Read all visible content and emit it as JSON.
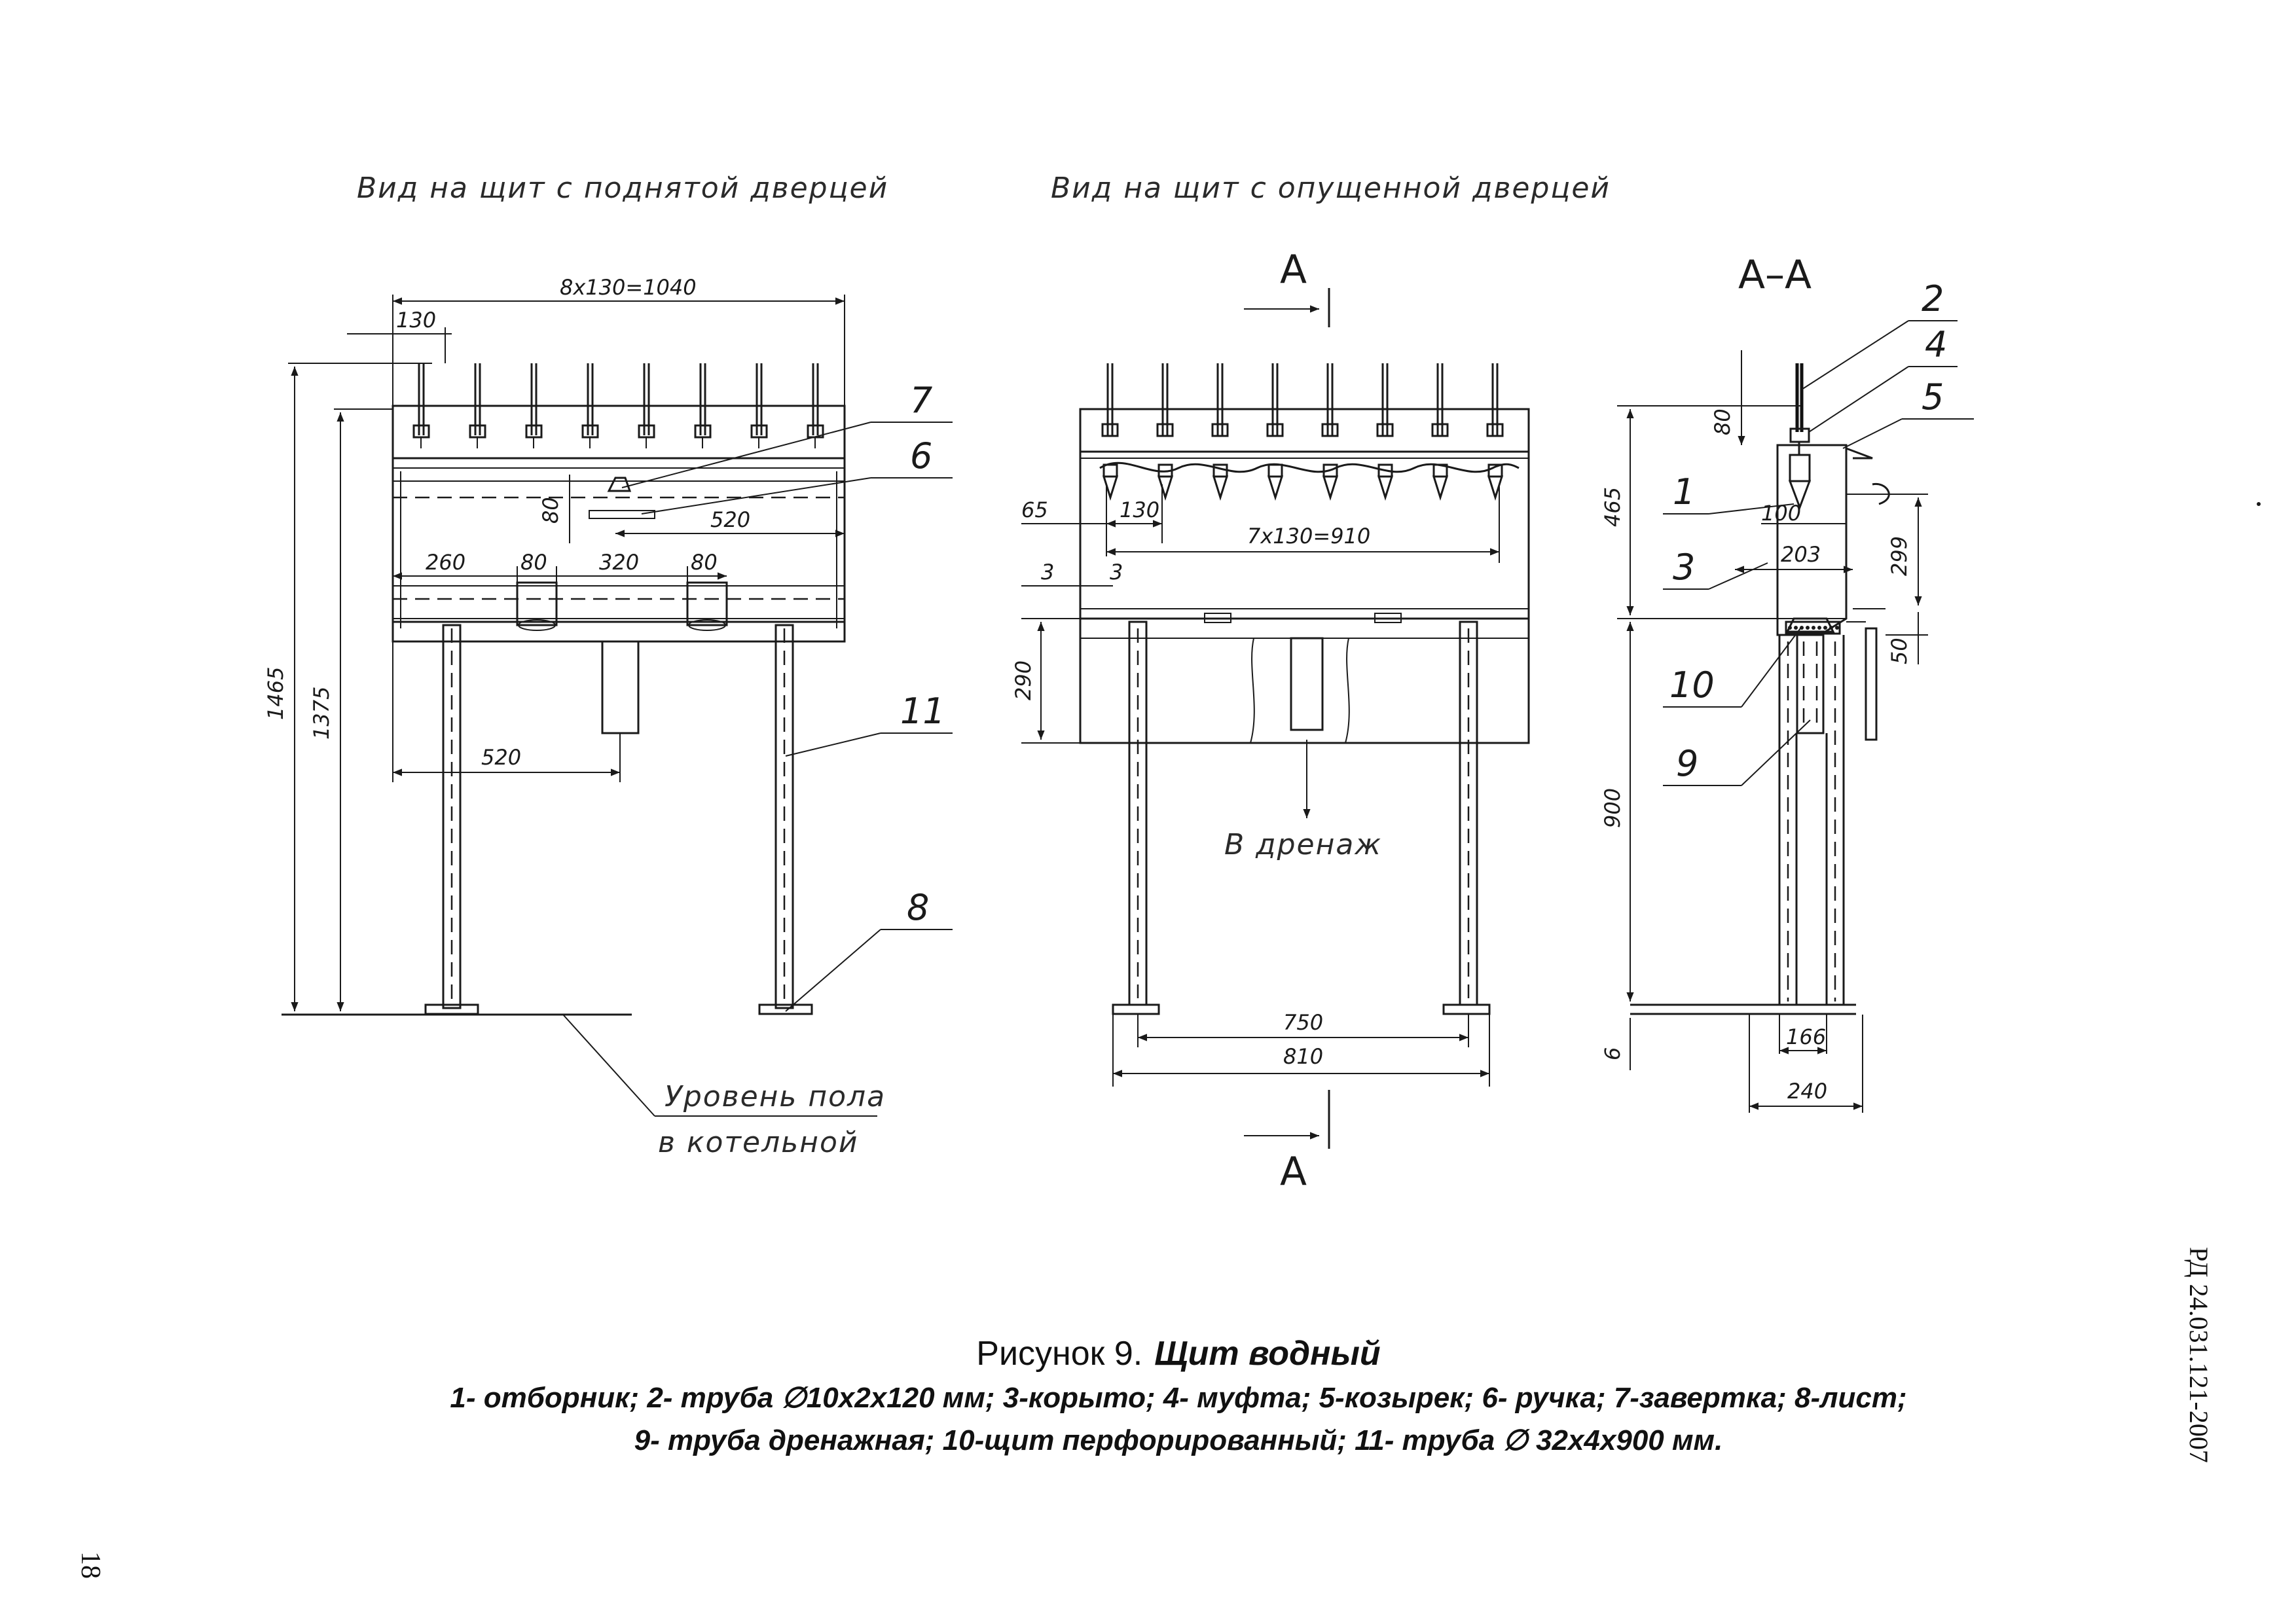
{
  "views": {
    "raised_door_title": "Вид на щит с поднятой дверцей",
    "lowered_door_title": "Вид на щит с опущенной дверцей",
    "section_title": "А–А",
    "section_mark": "А"
  },
  "dimensions": {
    "left": {
      "top_span": "8х130=1040",
      "pitch": "130",
      "total_height": "1465",
      "height_to_top": "1375",
      "handle_offset": "80",
      "handle_span": "520",
      "d260": "260",
      "d80a": "80",
      "d320": "320",
      "d80b": "80",
      "leg_span": "520"
    },
    "middle": {
      "d65": "65",
      "d130": "130",
      "span": "7х130=910",
      "d3a": "3",
      "d3b": "3",
      "d290": "290",
      "d750": "750",
      "d810": "810"
    },
    "section": {
      "d80": "80",
      "d465": "465",
      "d100": "100",
      "d203": "203",
      "d299": "299",
      "d50": "50",
      "d900": "900",
      "d6": "6",
      "d166": "166",
      "d240": "240"
    }
  },
  "callouts": [
    "1",
    "2",
    "3",
    "4",
    "5",
    "6",
    "7",
    "8",
    "9",
    "10",
    "11"
  ],
  "notes": {
    "floor_line1": "Уровень пола",
    "floor_line2": "в котельной",
    "drain": "В дренаж"
  },
  "caption": {
    "figure_prefix": "Рисунок 9.",
    "figure_name": "Щит водный",
    "legend_line1": "1-  отборник; 2- труба ∅10х2х120 мм; 3-корыто; 4- муфта; 5-козырек; 6- ручка; 7-завертка; 8-лист;",
    "legend_line2": "9- труба дренажная; 10-щит перфорированный; 11- труба ∅ 32х4х900 мм."
  },
  "margin": {
    "doc_code": "РД 24.031.121-2007",
    "page_number": "18"
  }
}
